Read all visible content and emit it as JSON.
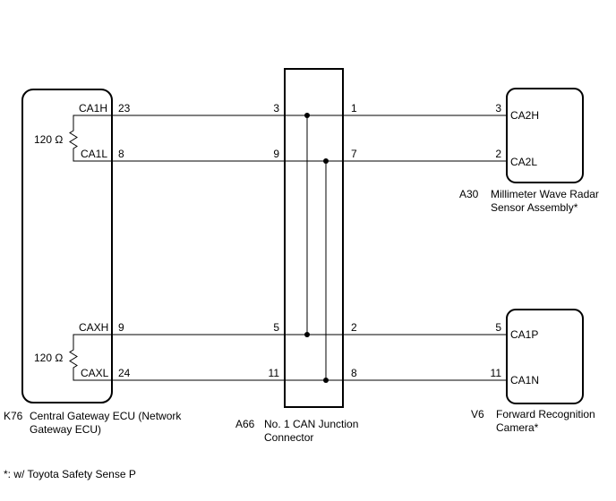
{
  "components": {
    "k76": {
      "code": "K76",
      "name_line1": "Central Gateway ECU (Network",
      "name_line2": "Gateway ECU)"
    },
    "a66": {
      "code": "A66",
      "name_line1": "No. 1 CAN Junction",
      "name_line2": "Connector"
    },
    "a30": {
      "code": "A30",
      "name_line1": "Millimeter Wave Radar",
      "name_line2": "Sensor Assembly*"
    },
    "v6": {
      "code": "V6",
      "name_line1": "Forward Recognition",
      "name_line2": "Camera*"
    }
  },
  "resistors": {
    "top": "120 Ω",
    "bottom": "120 Ω"
  },
  "ecu_pins": [
    {
      "signal": "CA1H",
      "pin": "23"
    },
    {
      "signal": "CA1L",
      "pin": "8"
    },
    {
      "signal": "CAXH",
      "pin": "9"
    },
    {
      "signal": "CAXL",
      "pin": "24"
    }
  ],
  "junction_left_pins": [
    "3",
    "9",
    "5",
    "11"
  ],
  "junction_right_pins": [
    "1",
    "7",
    "2",
    "8"
  ],
  "device_pins": [
    {
      "pin": "3",
      "signal": "CA2H"
    },
    {
      "pin": "2",
      "signal": "CA2L"
    },
    {
      "pin": "5",
      "signal": "CA1P"
    },
    {
      "pin": "11",
      "signal": "CA1N"
    }
  ],
  "footnote": "*: w/ Toyota Safety Sense P"
}
